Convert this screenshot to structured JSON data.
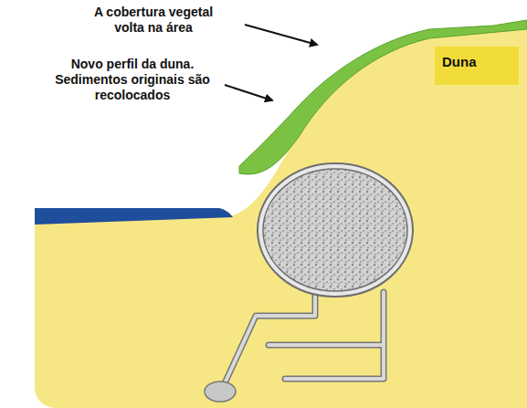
{
  "diagram": {
    "nodes": [
      {
        "text": [
          "Duna"
        ]
      }
    ],
    "labels": [
      "A cobertura vegetal volta na área",
      "Novo perfil da duna. Sedimentos originais são recolocados"
    ]
  }
}
